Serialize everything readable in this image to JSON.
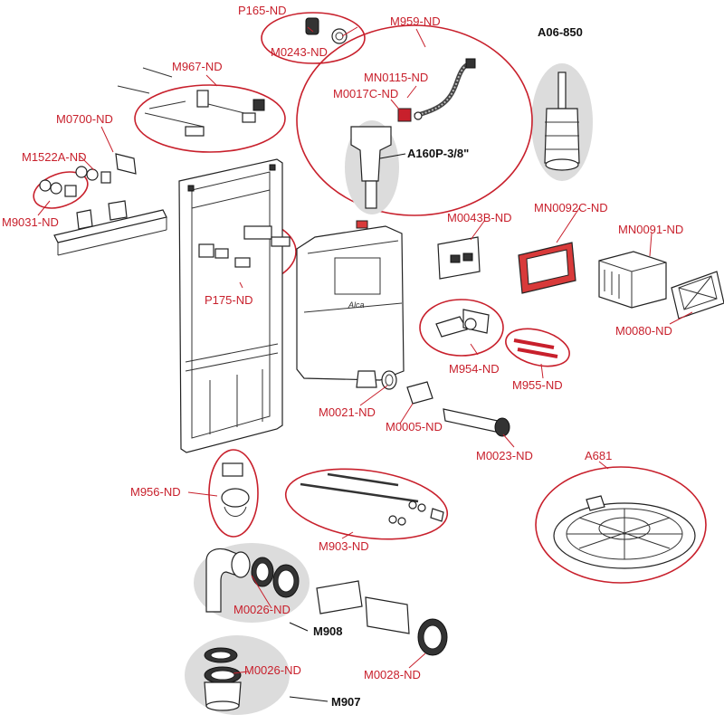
{
  "labels": {
    "p165": "P165-ND",
    "m0243": "M0243-ND",
    "m959": "M959-ND",
    "a06": "A06-850",
    "m967": "M967-ND",
    "mn0115": "MN0115-ND",
    "m0017c": "M0017C-ND",
    "m0700": "M0700-ND",
    "a160p": "A160P-3/8\"",
    "m1522a": "M1522A-ND",
    "m9031": "M9031-ND",
    "m0043b": "M0043B-ND",
    "mn0092c": "MN0092C-ND",
    "mn0091": "MN0091-ND",
    "p175": "P175-ND",
    "m0080": "M0080-ND",
    "m954": "M954-ND",
    "m955": "M955-ND",
    "m0021": "M0021-ND",
    "m0005": "M0005-ND",
    "m0023": "M0023-ND",
    "a681": "A681",
    "m956": "M956-ND",
    "m903": "M903-ND",
    "m0026a": "M0026-ND",
    "m908": "M908",
    "m0028": "M0028-ND",
    "m0026b": "M0026-ND",
    "m907": "M907",
    "brand": "Alca"
  },
  "colors": {
    "label_red": "#c8202c",
    "label_black": "#111111",
    "highlight_grey": "#dcdcdc"
  }
}
